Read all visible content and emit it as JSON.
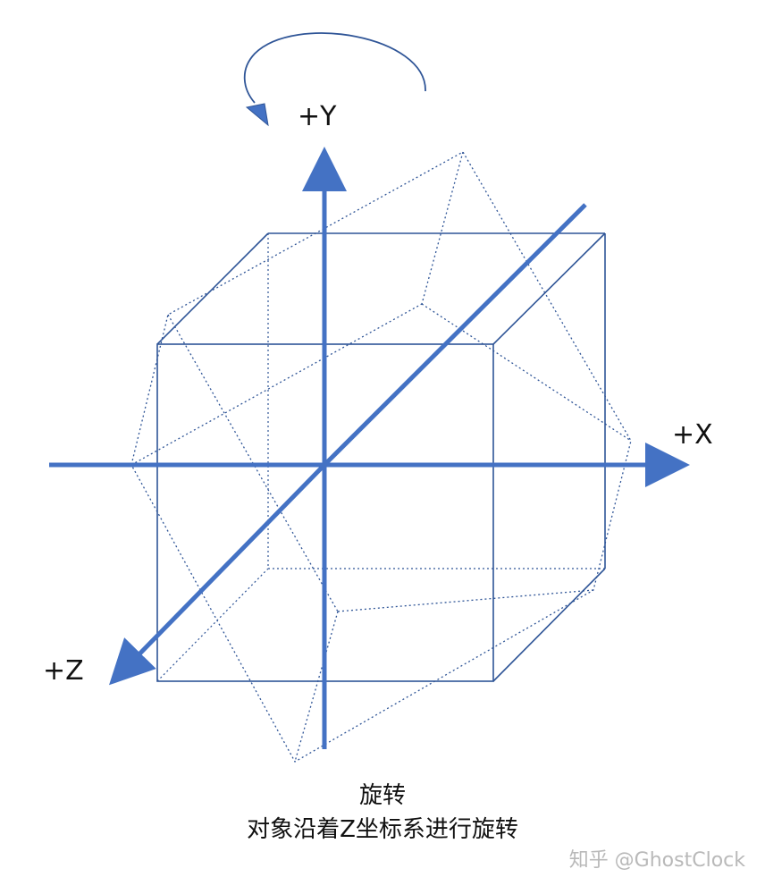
{
  "axes": {
    "y_label": "+Y",
    "x_label": "+X",
    "z_label": "+Z"
  },
  "caption": {
    "title": "旋转",
    "subtitle": "对象沿着Z坐标系进行旋转"
  },
  "watermark": "知乎 @GhostClock",
  "colors": {
    "axis": "#4472c4",
    "cube": "#2f5597",
    "rotated_cube": "#2f5597",
    "rotation_arrow": "#2f5597"
  },
  "icons": {
    "rotation_indicator": "curved-rotation-arrow-icon"
  }
}
